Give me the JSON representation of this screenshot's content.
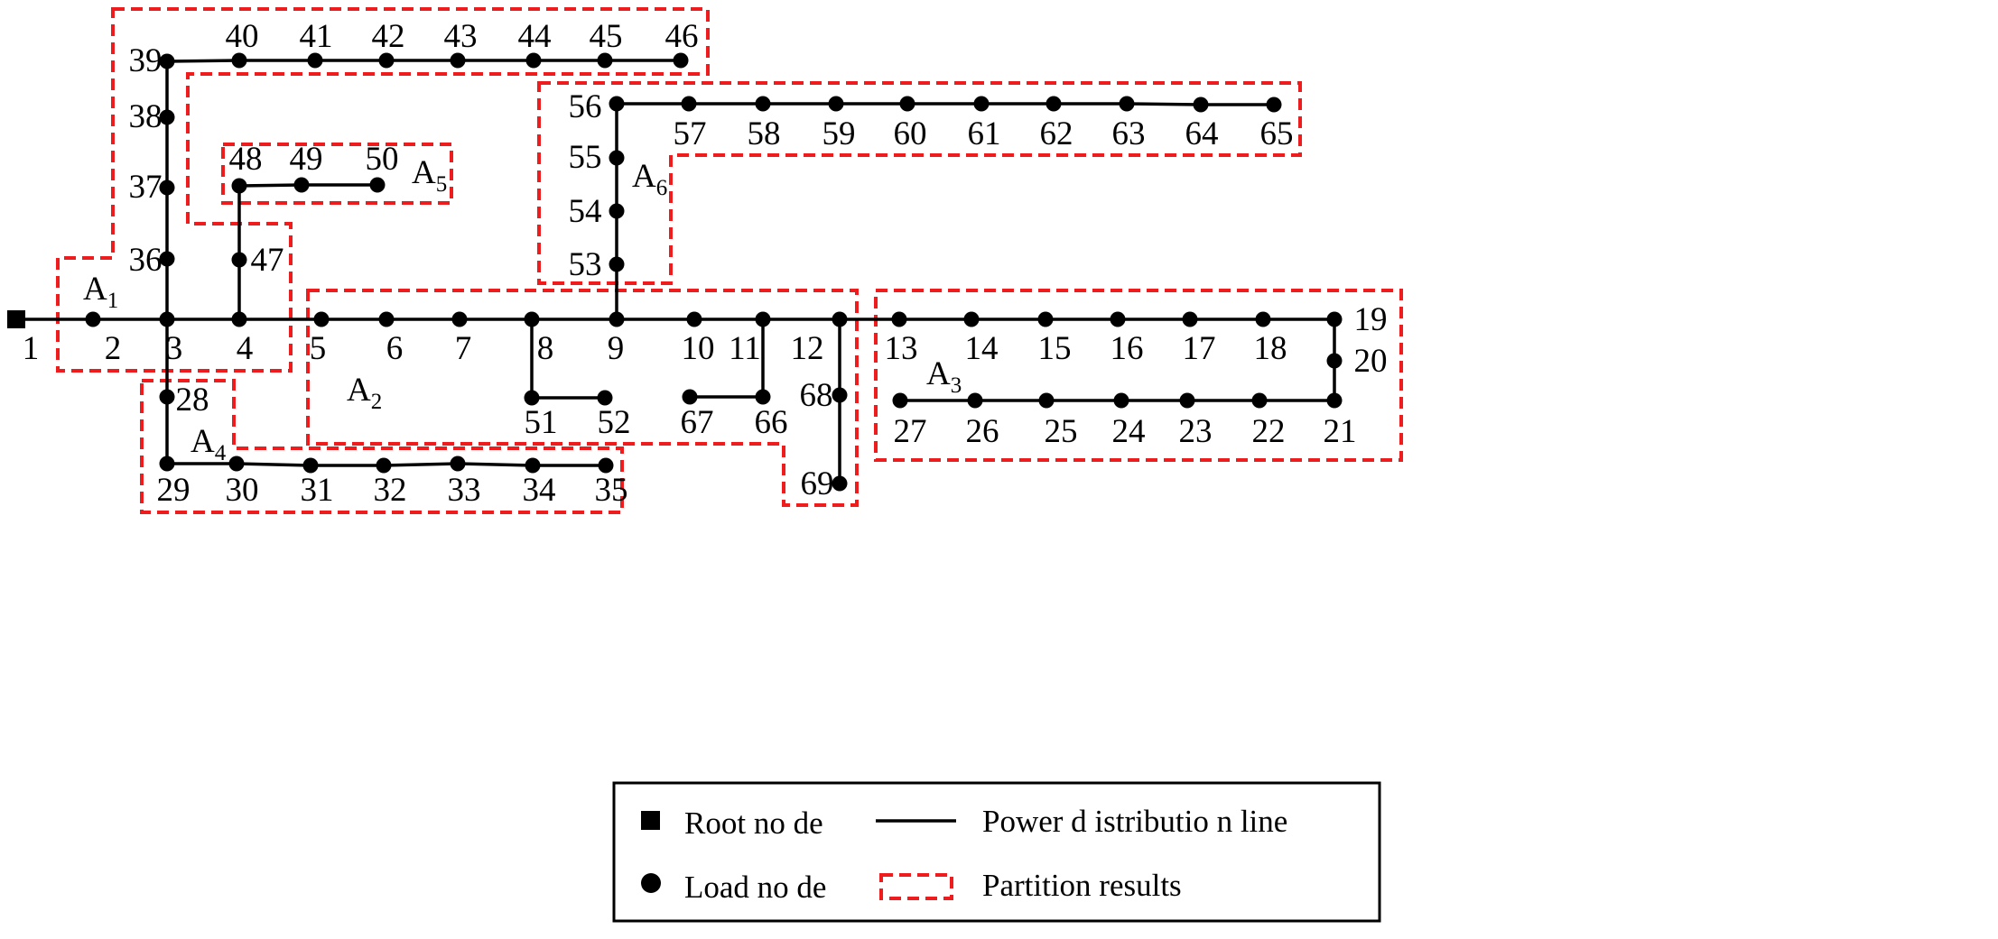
{
  "nodes": [
    "1",
    "2",
    "3",
    "4",
    "5",
    "6",
    "7",
    "8",
    "9",
    "10",
    "11",
    "12",
    "13",
    "14",
    "15",
    "16",
    "17",
    "18",
    "19",
    "20",
    "21",
    "22",
    "23",
    "24",
    "25",
    "26",
    "27",
    "28",
    "29",
    "30",
    "31",
    "32",
    "33",
    "34",
    "35",
    "36",
    "37",
    "38",
    "39",
    "40",
    "41",
    "42",
    "43",
    "44",
    "45",
    "46",
    "47",
    "48",
    "49",
    "50",
    "51",
    "52",
    "53",
    "54",
    "55",
    "56",
    "57",
    "58",
    "59",
    "60",
    "61",
    "62",
    "63",
    "64",
    "65",
    "66",
    "67",
    "68",
    "69"
  ],
  "root_node": "1",
  "edges": [
    [
      "1",
      "2"
    ],
    [
      "2",
      "3"
    ],
    [
      "3",
      "4"
    ],
    [
      "4",
      "5"
    ],
    [
      "5",
      "6"
    ],
    [
      "6",
      "7"
    ],
    [
      "7",
      "8"
    ],
    [
      "8",
      "9"
    ],
    [
      "9",
      "10"
    ],
    [
      "10",
      "11"
    ],
    [
      "11",
      "12"
    ],
    [
      "12",
      "13"
    ],
    [
      "13",
      "14"
    ],
    [
      "14",
      "15"
    ],
    [
      "15",
      "16"
    ],
    [
      "16",
      "17"
    ],
    [
      "17",
      "18"
    ],
    [
      "18",
      "19"
    ],
    [
      "19",
      "20"
    ],
    [
      "20",
      "21"
    ],
    [
      "21",
      "22"
    ],
    [
      "22",
      "23"
    ],
    [
      "23",
      "24"
    ],
    [
      "24",
      "25"
    ],
    [
      "25",
      "26"
    ],
    [
      "26",
      "27"
    ],
    [
      "3",
      "28"
    ],
    [
      "28",
      "29"
    ],
    [
      "29",
      "30"
    ],
    [
      "30",
      "31"
    ],
    [
      "31",
      "32"
    ],
    [
      "32",
      "33"
    ],
    [
      "33",
      "34"
    ],
    [
      "34",
      "35"
    ],
    [
      "3",
      "36"
    ],
    [
      "36",
      "37"
    ],
    [
      "37",
      "38"
    ],
    [
      "38",
      "39"
    ],
    [
      "39",
      "40"
    ],
    [
      "40",
      "41"
    ],
    [
      "41",
      "42"
    ],
    [
      "42",
      "43"
    ],
    [
      "43",
      "44"
    ],
    [
      "44",
      "45"
    ],
    [
      "45",
      "46"
    ],
    [
      "4",
      "47"
    ],
    [
      "47",
      "48"
    ],
    [
      "48",
      "49"
    ],
    [
      "49",
      "50"
    ],
    [
      "8",
      "51"
    ],
    [
      "51",
      "52"
    ],
    [
      "9",
      "53"
    ],
    [
      "53",
      "54"
    ],
    [
      "54",
      "55"
    ],
    [
      "55",
      "56"
    ],
    [
      "56",
      "57"
    ],
    [
      "57",
      "58"
    ],
    [
      "58",
      "59"
    ],
    [
      "59",
      "60"
    ],
    [
      "60",
      "61"
    ],
    [
      "61",
      "62"
    ],
    [
      "62",
      "63"
    ],
    [
      "63",
      "64"
    ],
    [
      "64",
      "65"
    ],
    [
      "11",
      "66"
    ],
    [
      "66",
      "67"
    ],
    [
      "12",
      "68"
    ],
    [
      "68",
      "69"
    ]
  ],
  "areas": [
    {
      "id": "A1",
      "letter": "A",
      "sub": "1",
      "nodes": [
        "2",
        "3",
        "4",
        "36",
        "37",
        "38",
        "39",
        "40",
        "41",
        "42",
        "43",
        "44",
        "45",
        "46",
        "47"
      ]
    },
    {
      "id": "A2",
      "letter": "A",
      "sub": "2",
      "nodes": [
        "5",
        "6",
        "7",
        "8",
        "9",
        "10",
        "11",
        "12",
        "51",
        "52",
        "66",
        "67",
        "68",
        "69"
      ]
    },
    {
      "id": "A3",
      "letter": "A",
      "sub": "3",
      "nodes": [
        "13",
        "14",
        "15",
        "16",
        "17",
        "18",
        "19",
        "20",
        "21",
        "22",
        "23",
        "24",
        "25",
        "26",
        "27"
      ]
    },
    {
      "id": "A4",
      "letter": "A",
      "sub": "4",
      "nodes": [
        "28",
        "29",
        "30",
        "31",
        "32",
        "33",
        "34",
        "35"
      ]
    },
    {
      "id": "A5",
      "letter": "A",
      "sub": "5",
      "nodes": [
        "48",
        "49",
        "50"
      ]
    },
    {
      "id": "A6",
      "letter": "A",
      "sub": "6",
      "nodes": [
        "53",
        "54",
        "55",
        "56",
        "57",
        "58",
        "59",
        "60",
        "61",
        "62",
        "63",
        "64",
        "65"
      ]
    }
  ],
  "legend": {
    "root_node": "Root no de",
    "load_node": "Load no de",
    "line": "Power d istributio n line",
    "partition": "Partition results"
  },
  "colors": {
    "partition": "#ee1c1c",
    "line": "#000000",
    "node": "#000000"
  }
}
